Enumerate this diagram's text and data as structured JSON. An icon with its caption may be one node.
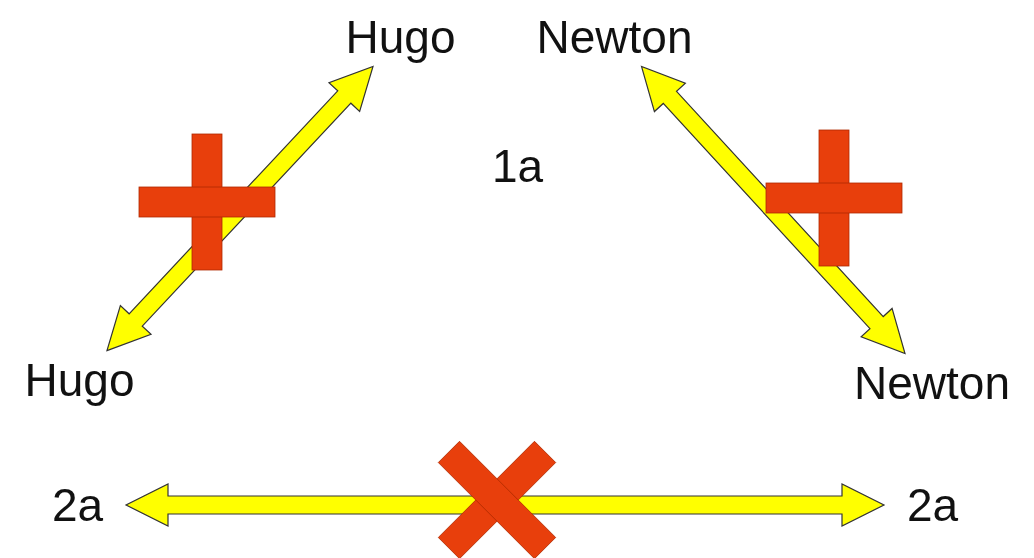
{
  "diagram": {
    "nodes": [
      {
        "text": [
          "Hugo"
        ]
      },
      {
        "text": [
          "Newton"
        ]
      },
      {
        "text": [
          "Hugo"
        ]
      },
      {
        "text": [
          "Newton"
        ]
      },
      {
        "text": [
          "2a"
        ]
      },
      {
        "text": [
          "2a"
        ]
      }
    ],
    "edges": [
      {
        "from": 2,
        "to": 0,
        "arrow": "both"
      },
      {
        "from": 1,
        "to": 3,
        "arrow": "both"
      },
      {
        "from": 4,
        "to": 5,
        "arrow": "both"
      }
    ],
    "labels": [
      "1a"
    ]
  }
}
